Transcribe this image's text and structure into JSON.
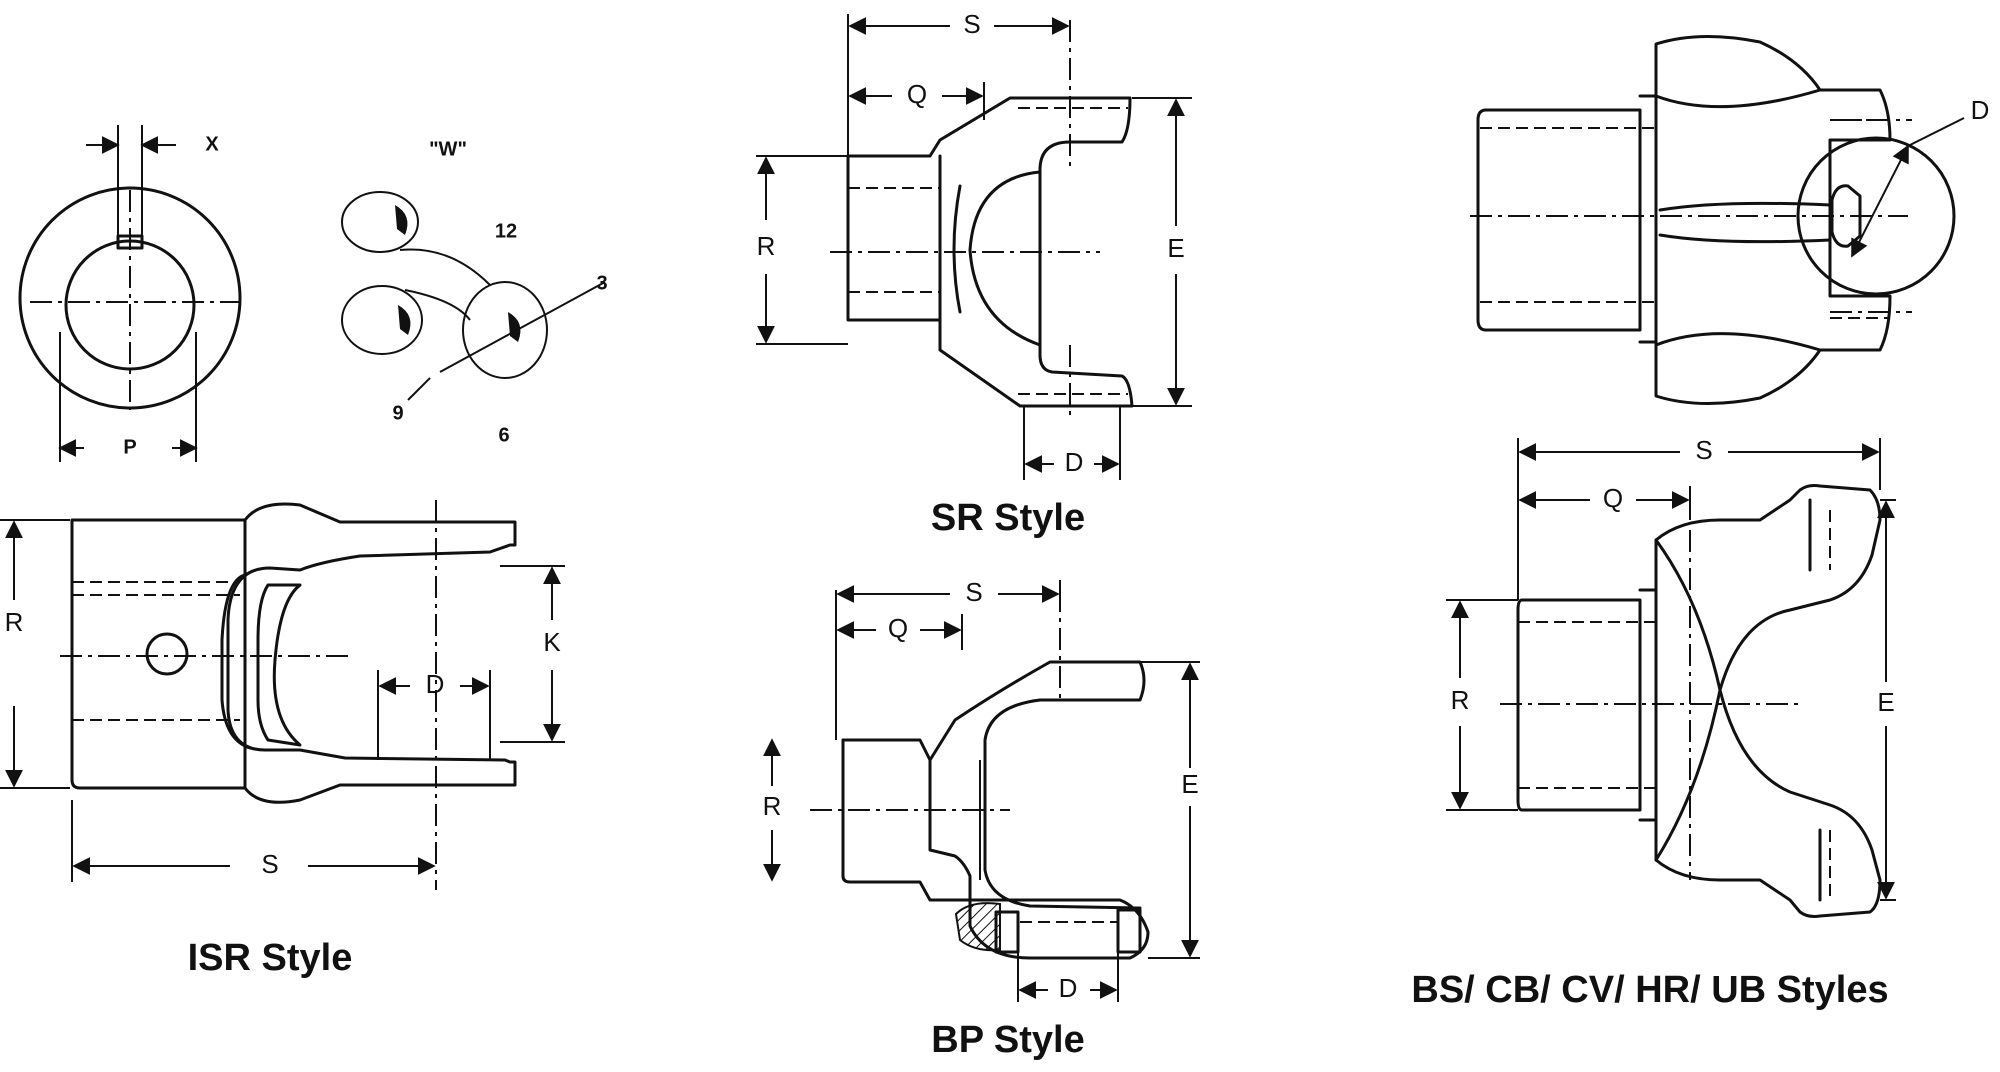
{
  "styles": {
    "isr": {
      "caption": "ISR Style",
      "labels": {
        "x": "X",
        "p": "P",
        "w": "\"W\"",
        "clock12": "12",
        "clock3": "3",
        "clock6": "6",
        "clock9": "9",
        "r": "R",
        "k": "K",
        "d": "D",
        "s": "S"
      }
    },
    "sr": {
      "caption": "SR Style",
      "labels": {
        "s": "S",
        "q": "Q",
        "r": "R",
        "e": "E",
        "d": "D"
      }
    },
    "bp": {
      "caption": "BP Style",
      "labels": {
        "s": "S",
        "q": "Q",
        "r": "R",
        "e": "E",
        "d": "D"
      }
    },
    "bs": {
      "caption": "BS/ CB/ CV/ HR/ UB Styles",
      "labels": {
        "d_top": "D",
        "s": "S",
        "q": "Q",
        "r": "R",
        "e": "E"
      }
    }
  }
}
